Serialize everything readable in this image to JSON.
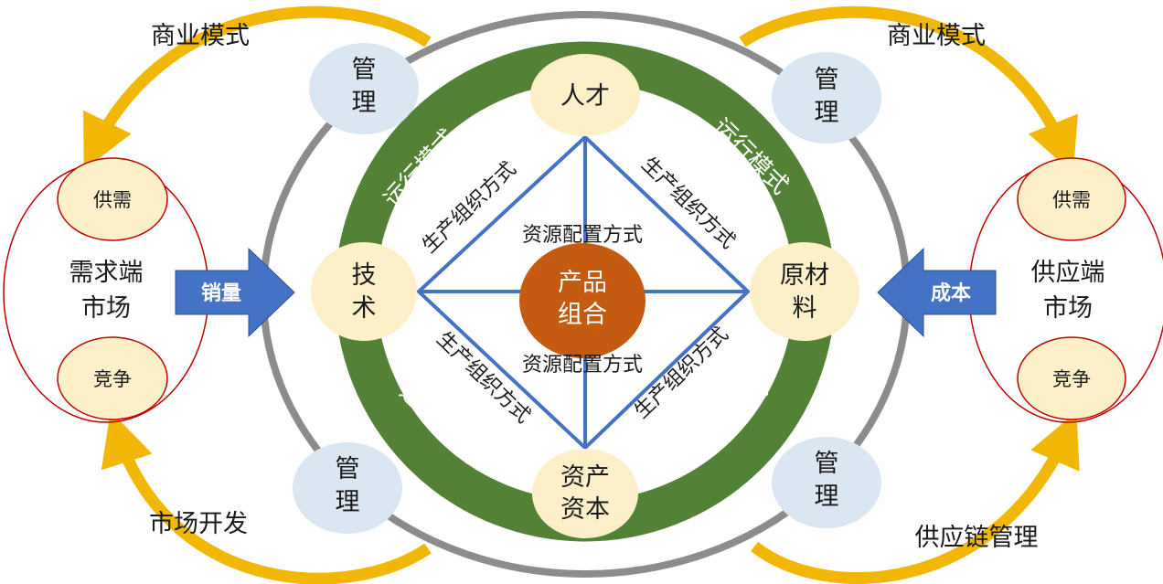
{
  "colors": {
    "ring_green": "#538135",
    "outer_ring": "#8c8c8c",
    "node_fill": "#fdf0c8",
    "management_fill": "#dae6f2",
    "core_fill": "#c55a11",
    "diamond_line": "#4472c4",
    "market_fill": "#fdf0c8",
    "market_stroke": "#c00000",
    "blue_arrow": "#4472c4",
    "gold_arrow": "#f2b705"
  },
  "left_market": {
    "center": [
      "需求端",
      "市场"
    ],
    "top": "供需",
    "bottom": "竞争"
  },
  "right_market": {
    "center": [
      "供应端",
      "市场"
    ],
    "top": "供需",
    "bottom": "竞争"
  },
  "arrows": {
    "left_label": "销量",
    "right_label": "成本"
  },
  "curve_labels": {
    "top_left": "商业模式",
    "top_right": "商业模式",
    "bottom_left": "市场开发",
    "bottom_right": "供应链管理"
  },
  "management": {
    "top_left": [
      "管",
      "理"
    ],
    "top_right": [
      "管",
      "理"
    ],
    "bottom_left": [
      "管",
      "理"
    ],
    "bottom_right": [
      "管",
      "理"
    ]
  },
  "ring_label": "运行模式",
  "nodes": {
    "top": [
      "人才"
    ],
    "left": [
      "技",
      "术"
    ],
    "right": [
      "原材",
      "料"
    ],
    "bottom": [
      "资产",
      "资本"
    ]
  },
  "core": [
    "产品",
    "组合"
  ],
  "diamond": {
    "edge_label": "生产组织方式",
    "axis_label": "资源配置方式"
  }
}
